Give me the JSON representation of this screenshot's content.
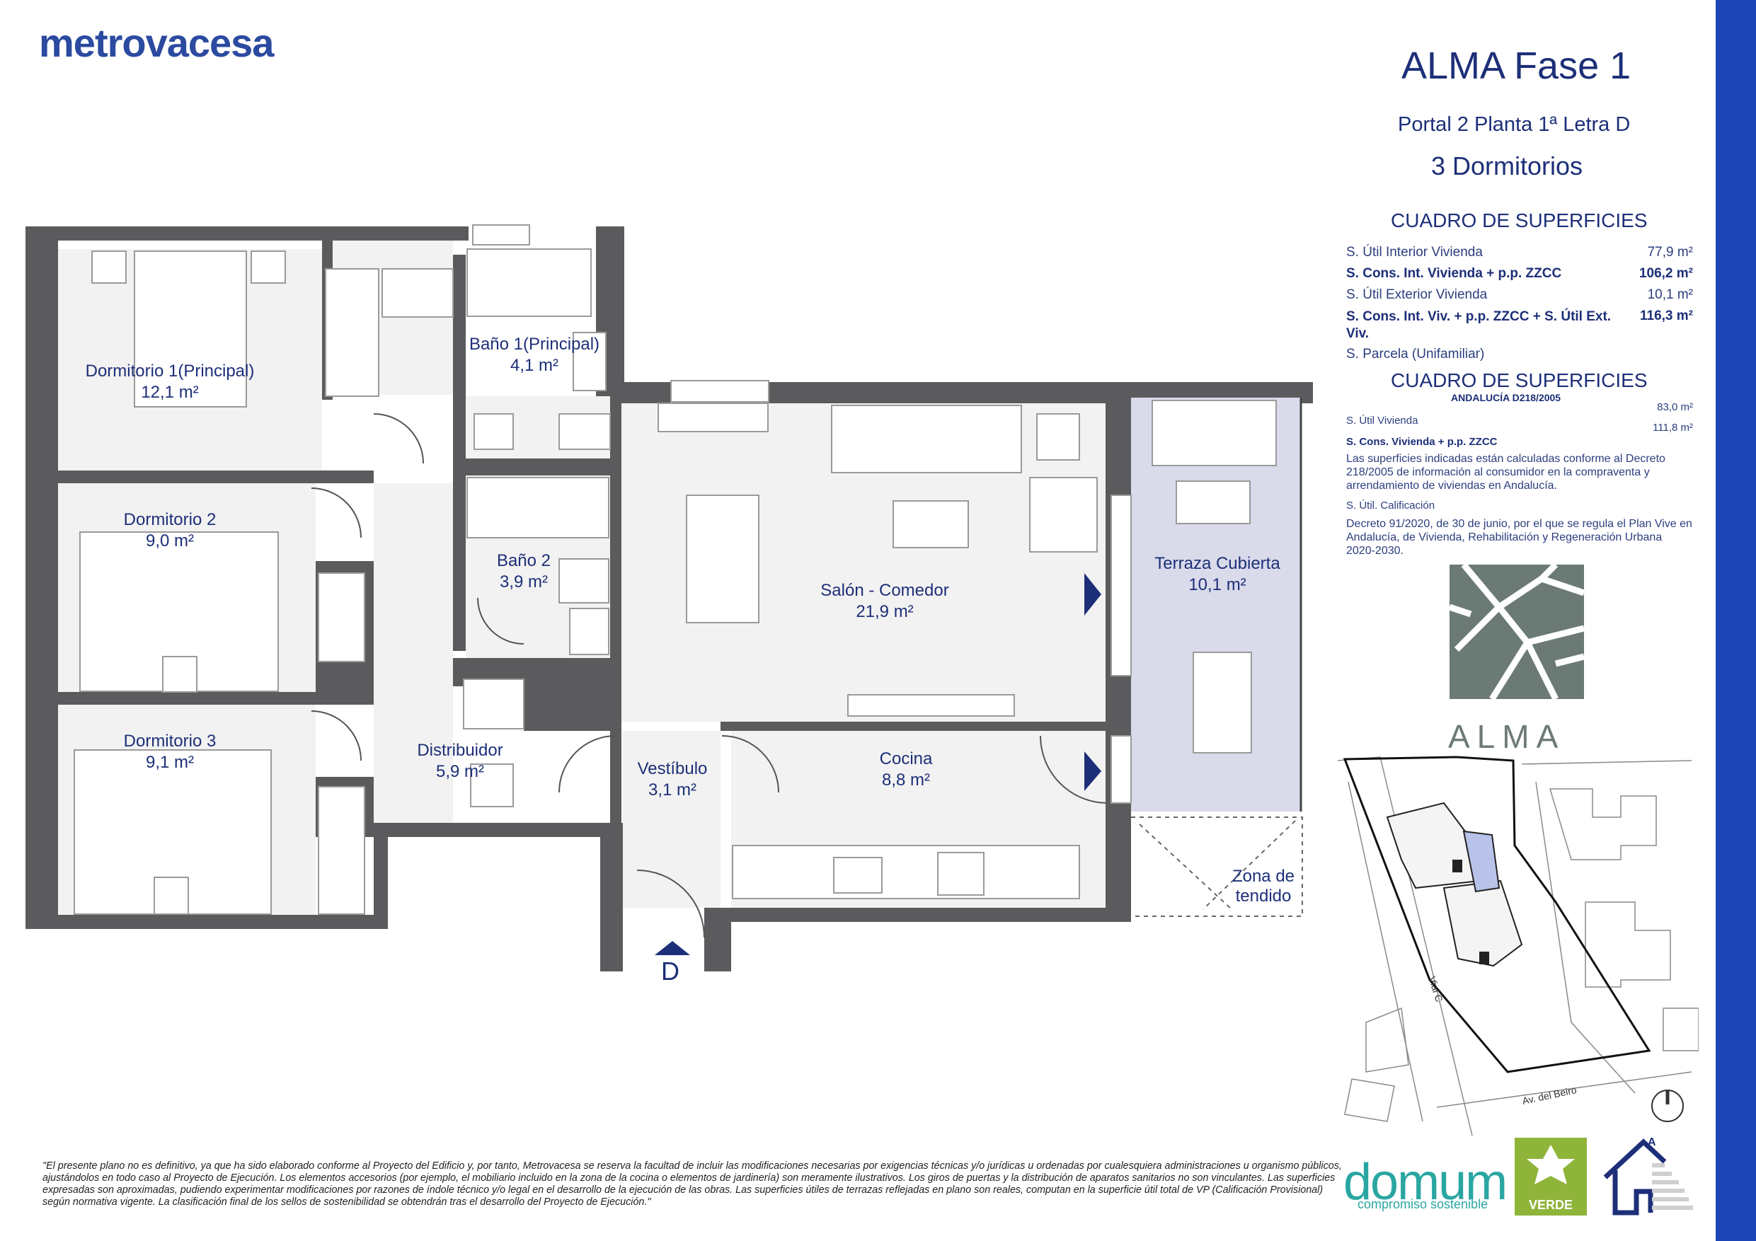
{
  "header": {
    "brand": "metrovacesa",
    "project": "ALMA Fase 1",
    "unit": "Portal 2 Planta 1ª Letra D",
    "bedrooms": "3 Dormitorios"
  },
  "surfaces": {
    "title": "CUADRO DE SUPERFICIES",
    "rows": [
      {
        "label": "S. Útil Interior Vivienda",
        "value": "77,9 m²"
      },
      {
        "label": "S. Cons. Int. Vivienda + p.p. ZZCC",
        "value": "106,2 m²"
      },
      {
        "label": "S. Útil Exterior Vivienda",
        "value": "10,1 m²"
      },
      {
        "label": "S. Cons. Int. Viv. + p.p. ZZCC + S. Útil Ext. Viv.",
        "value": "116,3 m²"
      },
      {
        "label": "S. Parcela (Unifamiliar)",
        "value": ""
      }
    ]
  },
  "andalucia": {
    "title": "CUADRO DE SUPERFICIES",
    "subtitle": "ANDALUCÍA D218/2005",
    "rows": [
      {
        "label": "S. Útil Vivienda",
        "value": "83,0 m²"
      },
      {
        "label": "S. Cons. Vivienda + p.p. ZZCC",
        "value": "111,8 m²"
      }
    ],
    "note1": "Las superficies indicadas están calculadas conforme al Decreto 218/2005 de información al consumidor en la compraventa y arrendamiento de viviendas en Andalucía.",
    "calif_label": "S. Útil. Calificación",
    "note2": "Decreto 91/2020, de 30 de junio, por el que se regula el Plan Vive en Andalucía, de Vivienda, Rehabilitación y Regeneración Urbana 2020-2030."
  },
  "logo_alma": "ALMA",
  "rooms": [
    {
      "name": "Dormitorio 1(Principal)",
      "area": "12,1 m²"
    },
    {
      "name": "Baño 1(Principal)",
      "area": "4,1 m²"
    },
    {
      "name": "Dormitorio 2",
      "area": "9,0 m²"
    },
    {
      "name": "Baño 2",
      "area": "3,9 m²"
    },
    {
      "name": "Salón - Comedor",
      "area": "21,9 m²"
    },
    {
      "name": "Terraza Cubierta",
      "area": "10,1 m²"
    },
    {
      "name": "Dormitorio 3",
      "area": "9,1 m²"
    },
    {
      "name": "Distribuidor",
      "area": "5,9 m²"
    },
    {
      "name": "Vestíbulo",
      "area": "3,1 m²"
    },
    {
      "name": "Cocina",
      "area": "8,8 m²"
    },
    {
      "name": "Zona de tendido",
      "area": ""
    }
  ],
  "entrance_letter": "D",
  "map": {
    "street1": "Vial C",
    "street2": "Av. del Beiro"
  },
  "disclaimer": "\"El presente plano no es definitivo, ya que ha sido elaborado conforme al Proyecto del Edificio y, por tanto, Metrovacesa se reserva la facultad de incluir las modificaciones necesarias por exigencias técnicas y/o jurídicas u ordenadas por cualesquiera administraciones u organismo públicos, ajustándolos en todo caso al Proyecto de Ejecución. Los elementos accesorios (por ejemplo, el mobiliario incluido en la zona de la cocina o elementos de jardinería) son meramente ilustrativos. Los giros de puertas y la distribución de aparatos sanitarios no son vinculantes. Las superficies expresadas son aproximadas, pudiendo experimentar modificaciones por razones de índole técnico y/o legal en el desarrollo de la ejecución de las obras. Las superficies útiles de terrazas reflejadas en plano son reales, computan en la superficie útil total de VP (Calificación Provisional) según normativa vigente. La clasificación final de los sellos de sostenibilidad se obtendrán tras el desarrollo del Proyecto de Ejecución.\"",
  "badges": {
    "domum": "domum",
    "domum_tag": "compromiso sostenible",
    "verde": "VERDE",
    "energy_class": "A"
  },
  "colors": {
    "wall": "#5b5b5e",
    "floor": "#f2f2f2",
    "terrace": "#d9daea",
    "accent": "#1d2f78",
    "stripe": "#1d45b5"
  }
}
